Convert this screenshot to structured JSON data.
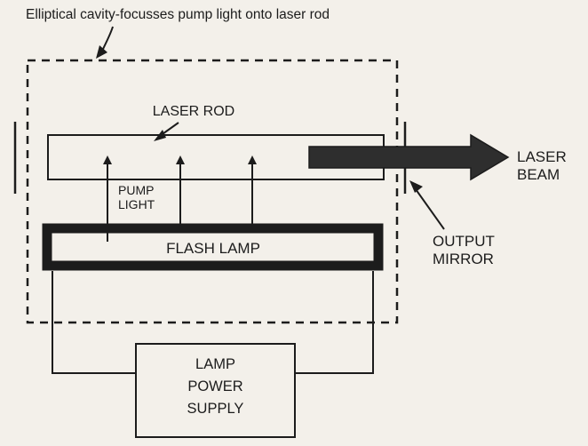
{
  "caption": "Elliptical cavity-focusses pump light onto laser rod",
  "laser_rod_label": "LASER ROD",
  "pump_light_label": [
    "PUMP",
    "LIGHT"
  ],
  "flash_lamp_label": "FLASH LAMP",
  "laser_beam_label": [
    "LASER",
    "BEAM"
  ],
  "output_mirror_label": [
    "OUTPUT",
    "MIRROR"
  ],
  "power_supply_label": [
    "LAMP",
    "POWER",
    "SUPPLY"
  ],
  "colors": {
    "ink": "#1c1c1c",
    "paper": "#f3f0ea",
    "beam": "#2e2e2e"
  }
}
